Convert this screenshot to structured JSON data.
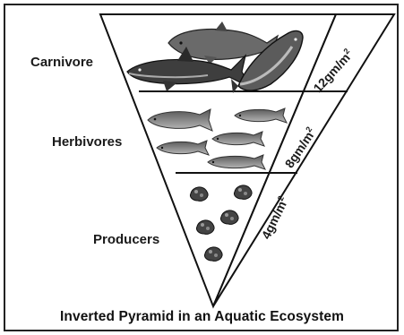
{
  "levels": [
    {
      "label": "Carnivore",
      "biomass": "12gm/m",
      "biomass_exponent": "2"
    },
    {
      "label": "Herbivores",
      "biomass": "8gm/m",
      "biomass_exponent": "2"
    },
    {
      "label": "Producers",
      "biomass": "4gm/m",
      "biomass_exponent": "2"
    }
  ],
  "caption": "Inverted Pyramid in an Aquatic Ecosystem",
  "icons": [
    "dolphin-icon",
    "shark-icon",
    "big-fish-icon",
    "small-fish-icon",
    "phytoplankton-icon"
  ]
}
